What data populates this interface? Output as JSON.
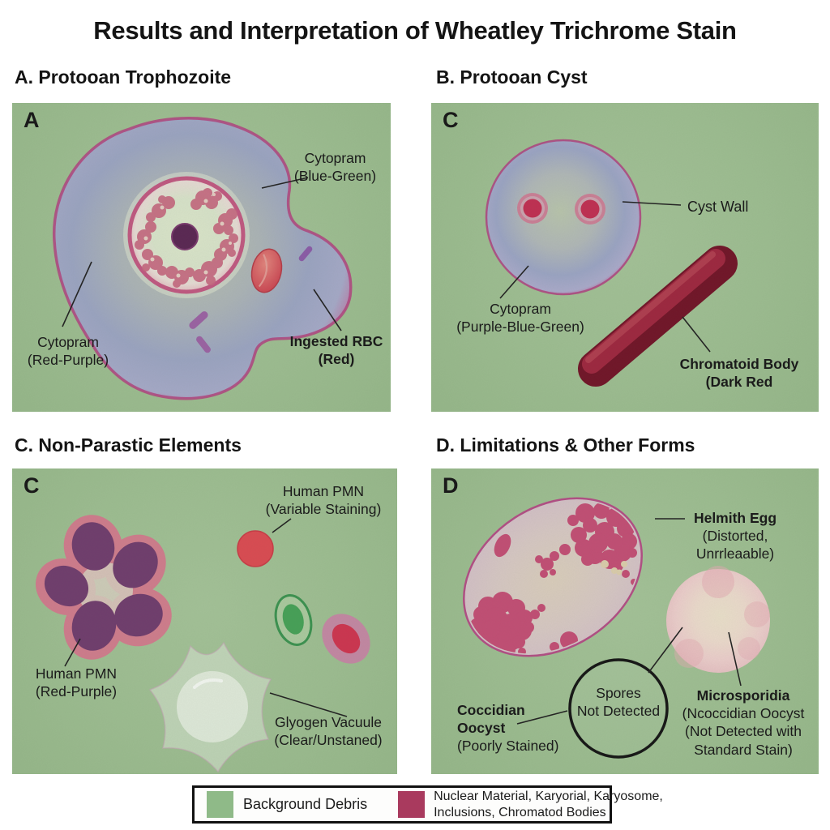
{
  "title": "Results and Interpretation of Wheatley Trichrome Stain",
  "section_a": {
    "heading": "A. Protooan Trophozoite",
    "panel_letter": "A",
    "labels": {
      "cytoplasm_bg": {
        "line1": "Cytopram",
        "line2": "(Blue-Green)"
      },
      "cytoplasm_rp": {
        "line1": "Cytopram",
        "line2": "(Red-Purple)"
      },
      "ingested_rbc": {
        "line1": "Ingested RBC",
        "line2": "(Red)"
      }
    }
  },
  "section_b": {
    "heading": "B. Protooan Cyst",
    "panel_letter": "C",
    "labels": {
      "cyst_wall": "Cyst Wall",
      "cytoplasm": {
        "line1": "Cytopram",
        "line2": "(Purple-Blue-Green)"
      },
      "chromatoid": {
        "line1": "Chromatoid Body",
        "line2": "(Dark Red"
      }
    }
  },
  "section_c": {
    "heading": "C. Non-Parastic Elements",
    "panel_letter": "C",
    "labels": {
      "pmn_variable": {
        "line1": "Human PMN",
        "line2": "(Variable Staining)"
      },
      "pmn_rp": {
        "line1": "Human PMN",
        "line2": "(Red-Purple)"
      },
      "glycogen": {
        "line1": "Glyogen Vacuule",
        "line2": "(Clear/Unstaned)"
      }
    }
  },
  "section_d": {
    "heading": "D. Limitations & Other Forms",
    "panel_letter": "D",
    "labels": {
      "helminth": {
        "line1": "Helmith Egg",
        "line2": "(Distorted,",
        "line3": "Unrrleaable)"
      },
      "spores": {
        "line1": "Spores",
        "line2": "Not Detected"
      },
      "coccidian": {
        "line1": "Coccidian",
        "line2": "Oocyst",
        "line3": "(Poorly Stained)"
      },
      "microsporidia": {
        "line1": "Microsporidia",
        "line2": "(Ncoccidian Oocyst",
        "line3": "(Not Detected with",
        "line4": "Standard Stain)"
      }
    }
  },
  "legend": {
    "background_label": "Background Debris",
    "nuclear_line1": "Nuclear Material, Karyorial, Karyosome,",
    "nuclear_line2": "Inclusions, Chromatod Bodies",
    "background_color": "#8fba88",
    "nuclear_color": "#a93a5e"
  },
  "colors": {
    "panel_background_green": "#9cbc90",
    "cytoplasm_blue": "#9aa3c0",
    "membrane_magenta": "#b5548c",
    "nucleus_ring_pink": "#bf5880",
    "chromatin_pink": "#c4687f",
    "karyosome_purple": "#5a2753",
    "rbc_red": "#cc4a55",
    "inclusion_purple": "#8a5ba6",
    "chromatoid_dark_red": "#8c1a30",
    "pmn_purple": "#6f3d6d",
    "pmn_rim_pink": "#d4758c",
    "pmn_round_red": "#d94b52",
    "green_oval": "#46a057",
    "egg_cluster_pink": "#c14e74",
    "microsporidia_pale": "#ecd3cd"
  }
}
